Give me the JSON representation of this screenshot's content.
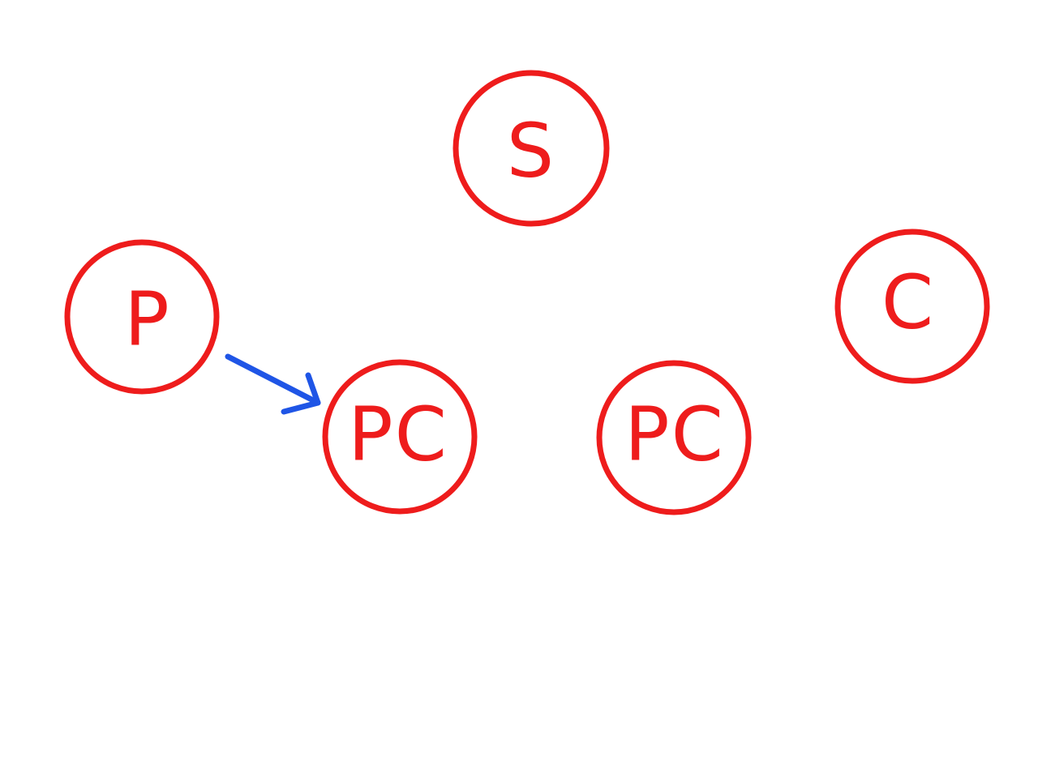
{
  "colors": {
    "node": "#ee1c1c",
    "arrow": "#1f55e6",
    "background": "#ffffff"
  },
  "diagram": {
    "nodes": [
      {
        "id": "s",
        "label": "S"
      },
      {
        "id": "p",
        "label": "P"
      },
      {
        "id": "c",
        "label": "C"
      },
      {
        "id": "pc1",
        "label": "PC"
      },
      {
        "id": "pc2",
        "label": "PC"
      }
    ],
    "edges": [
      {
        "from": "p",
        "to": "pc1"
      }
    ]
  }
}
